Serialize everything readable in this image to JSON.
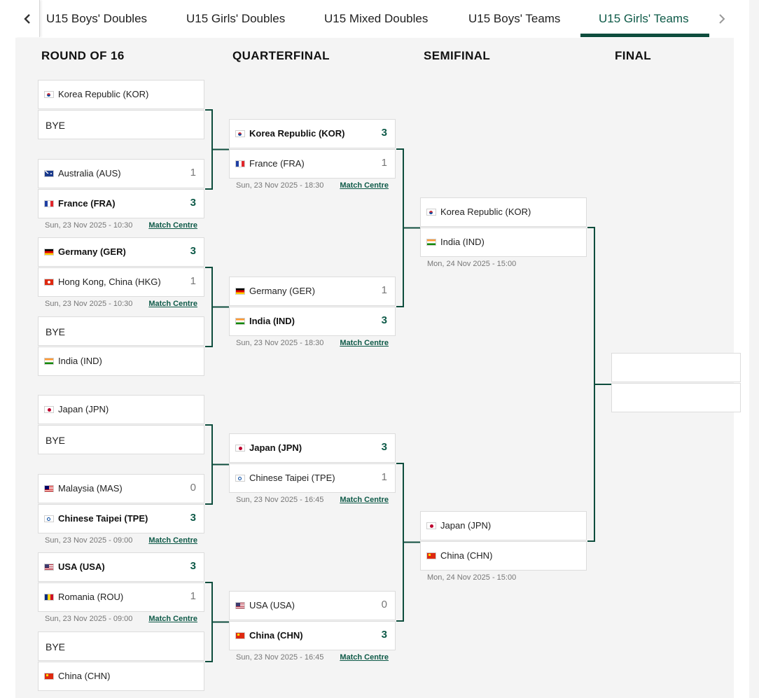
{
  "tabs": {
    "items": [
      "U15 Boys' Doubles",
      "U15 Girls' Doubles",
      "U15 Mixed Doubles",
      "U15 Boys' Teams",
      "U15 Girls' Teams"
    ],
    "active": "U15 Girls' Teams"
  },
  "rounds": [
    "ROUND OF 16",
    "QUARTERFINAL",
    "SEMIFINAL",
    "FINAL"
  ],
  "link_label": "Match Centre",
  "colors": {
    "accent": "#0e4d3d",
    "win_score": "#0e5a48"
  },
  "r16": [
    {
      "top": {
        "team": "Korea Republic (KOR)",
        "flag": "kor",
        "score": ""
      },
      "bottom": {
        "team": "BYE",
        "bye": true
      }
    },
    {
      "top": {
        "team": "Australia (AUS)",
        "flag": "aus",
        "score": "1"
      },
      "bottom": {
        "team": "France (FRA)",
        "flag": "fra",
        "score": "3",
        "win": true
      },
      "date": "Sun, 23 Nov 2025 - 10:30"
    },
    {
      "top": {
        "team": "Germany (GER)",
        "flag": "ger",
        "score": "3",
        "win": true
      },
      "bottom": {
        "team": "Hong Kong, China (HKG)",
        "flag": "hkg",
        "score": "1"
      },
      "date": "Sun, 23 Nov 2025 - 10:30"
    },
    {
      "top": {
        "team": "BYE",
        "bye": true
      },
      "bottom": {
        "team": "India (IND)",
        "flag": "ind",
        "score": ""
      }
    },
    {
      "top": {
        "team": "Japan (JPN)",
        "flag": "jpn",
        "score": ""
      },
      "bottom": {
        "team": "BYE",
        "bye": true
      }
    },
    {
      "top": {
        "team": "Malaysia (MAS)",
        "flag": "mas",
        "score": "0"
      },
      "bottom": {
        "team": "Chinese Taipei (TPE)",
        "flag": "tpe",
        "score": "3",
        "win": true
      },
      "date": "Sun, 23 Nov 2025 - 09:00"
    },
    {
      "top": {
        "team": "USA (USA)",
        "flag": "usa",
        "score": "3",
        "win": true
      },
      "bottom": {
        "team": "Romania (ROU)",
        "flag": "rou",
        "score": "1"
      },
      "date": "Sun, 23 Nov 2025 - 09:00"
    },
    {
      "top": {
        "team": "BYE",
        "bye": true
      },
      "bottom": {
        "team": "China (CHN)",
        "flag": "chn",
        "score": ""
      }
    }
  ],
  "qf": [
    {
      "top": {
        "team": "Korea Republic (KOR)",
        "flag": "kor",
        "score": "3",
        "win": true
      },
      "bottom": {
        "team": "France (FRA)",
        "flag": "fra",
        "score": "1"
      },
      "date": "Sun, 23 Nov 2025 - 18:30"
    },
    {
      "top": {
        "team": "Germany (GER)",
        "flag": "ger",
        "score": "1"
      },
      "bottom": {
        "team": "India (IND)",
        "flag": "ind",
        "score": "3",
        "win": true
      },
      "date": "Sun, 23 Nov 2025 - 18:30"
    },
    {
      "top": {
        "team": "Japan (JPN)",
        "flag": "jpn",
        "score": "3",
        "win": true
      },
      "bottom": {
        "team": "Chinese Taipei (TPE)",
        "flag": "tpe",
        "score": "1"
      },
      "date": "Sun, 23 Nov 2025 - 16:45"
    },
    {
      "top": {
        "team": "USA (USA)",
        "flag": "usa",
        "score": "0"
      },
      "bottom": {
        "team": "China (CHN)",
        "flag": "chn",
        "score": "3",
        "win": true
      },
      "date": "Sun, 23 Nov 2025 - 16:45"
    }
  ],
  "sf": [
    {
      "top": {
        "team": "Korea Republic (KOR)",
        "flag": "kor",
        "score": ""
      },
      "bottom": {
        "team": "India (IND)",
        "flag": "ind",
        "score": ""
      },
      "date": "Mon, 24 Nov 2025 - 15:00",
      "no_link": true
    },
    {
      "top": {
        "team": "Japan (JPN)",
        "flag": "jpn",
        "score": ""
      },
      "bottom": {
        "team": "China (CHN)",
        "flag": "chn",
        "score": ""
      },
      "date": "Mon, 24 Nov 2025 - 15:00",
      "no_link": true
    }
  ]
}
